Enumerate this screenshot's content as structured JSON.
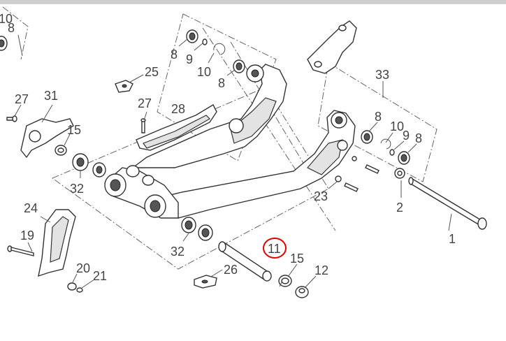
{
  "callouts": [
    {
      "id": "c10a",
      "text": "10"
    },
    {
      "id": "c8a",
      "text": "8"
    },
    {
      "id": "c8b",
      "text": "8"
    },
    {
      "id": "c9a",
      "text": "9"
    },
    {
      "id": "c10b",
      "text": "10"
    },
    {
      "id": "c8c",
      "text": "8"
    },
    {
      "id": "c25",
      "text": "25"
    },
    {
      "id": "c27a",
      "text": "27"
    },
    {
      "id": "c31",
      "text": "31"
    },
    {
      "id": "c27b",
      "text": "27"
    },
    {
      "id": "c28",
      "text": "28"
    },
    {
      "id": "c15a",
      "text": "15"
    },
    {
      "id": "c33",
      "text": "33"
    },
    {
      "id": "c8d",
      "text": "8"
    },
    {
      "id": "c10c",
      "text": "10"
    },
    {
      "id": "c9b",
      "text": "9"
    },
    {
      "id": "c8e",
      "text": "8"
    },
    {
      "id": "c32a",
      "text": "32"
    },
    {
      "id": "c23",
      "text": "23"
    },
    {
      "id": "c2",
      "text": "2"
    },
    {
      "id": "c24",
      "text": "24"
    },
    {
      "id": "c19",
      "text": "19"
    },
    {
      "id": "c32b",
      "text": "32"
    },
    {
      "id": "c11",
      "text": "11"
    },
    {
      "id": "c15b",
      "text": "15"
    },
    {
      "id": "c26",
      "text": "26"
    },
    {
      "id": "c20",
      "text": "20"
    },
    {
      "id": "c21",
      "text": "21"
    },
    {
      "id": "c12",
      "text": "12"
    },
    {
      "id": "c1",
      "text": "1"
    }
  ],
  "highlight": {
    "callout": "11",
    "color": "#e00000"
  },
  "colors": {
    "line": "#333333",
    "label": "#444444",
    "shade": "#e3e3e3"
  }
}
